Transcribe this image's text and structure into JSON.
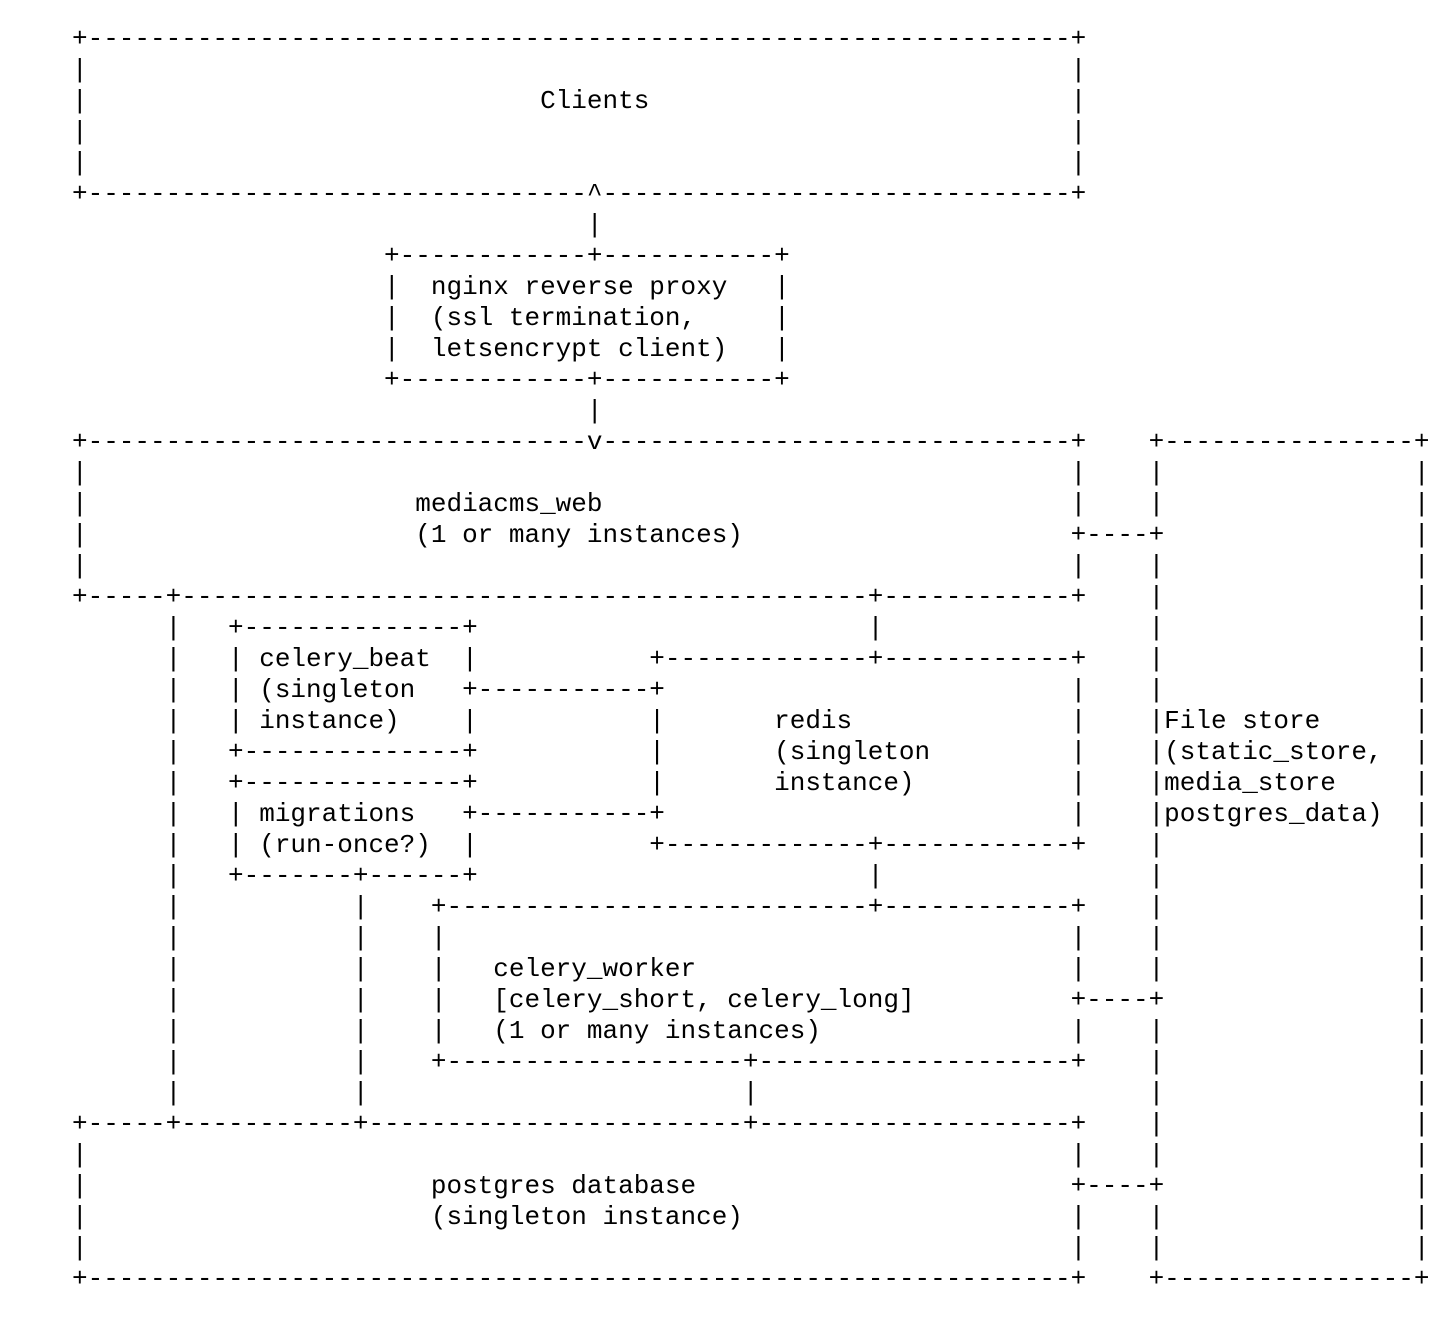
{
  "page": {
    "background": "#ffffff",
    "text_color": "#000000"
  },
  "diagram": {
    "kind": "ascii-architecture-diagram",
    "ascii_lines": [
      "+---------------------------------------------------------------+",
      "|                                                               |",
      "|                             Clients                           |",
      "|                                                               |",
      "|                                                               |",
      "+--------------------------------^------------------------------+",
      "                                 |",
      "                    +------------+-----------+",
      "                    |  nginx reverse proxy   |",
      "                    |  (ssl termination,     |",
      "                    |  letsencrypt client)   |",
      "                    +------------+-----------+",
      "                                 |",
      "+--------------------------------v------------------------------+    +----------------+",
      "|                                                               |    |                |",
      "|                     mediacms_web                              |    |                |",
      "|                     (1 or many instances)                     +----+                |",
      "|                                                               |    |                |",
      "+-----+--------------------------------------------+------------+    |                |",
      "      |   +--------------+                         |                 |                |",
      "      |   | celery_beat  |           +-------------+------------+    |                |",
      "      |   | (singleton   +-----------+                          |    |                |",
      "      |   | instance)    |           |       redis              |    |File store      |",
      "      |   +--------------+           |       (singleton         |    |(static_store,  |",
      "      |   +--------------+           |       instance)          |    |media_store     |",
      "      |   | migrations   +-----------+                          |    |postgres_data)  |",
      "      |   | (run-once?)  |           +-------------+------------+    |                |",
      "      |   +-------+------+                         |                 |                |",
      "      |           |    +---------------------------+------------+    |                |",
      "      |           |    |                                        |    |                |",
      "      |           |    |   celery_worker                        |    |                |",
      "      |           |    |   [celery_short, celery_long]          +----+                |",
      "      |           |    |   (1 or many instances)                |    |                |",
      "      |           |    +-------------------+--------------------+    |                |",
      "      |           |                        |                         |                |",
      "+-----+-----------+------------------------+--------------------+    |                |",
      "|                                                               |    |                |",
      "|                      postgres database                        +----+                |",
      "|                      (singleton instance)                     |    |                |",
      "|                                                               |    |                |",
      "+---------------------------------------------------------------+    +----------------+"
    ],
    "nodes": [
      {
        "id": "clients",
        "lines": [
          "Clients"
        ]
      },
      {
        "id": "nginx-reverse-proxy",
        "lines": [
          "nginx reverse proxy",
          "(ssl termination,",
          "letsencrypt client)"
        ]
      },
      {
        "id": "mediacms-web",
        "lines": [
          "mediacms_web",
          "(1 or many instances)"
        ]
      },
      {
        "id": "celery-beat",
        "lines": [
          "celery_beat",
          "(singleton",
          "instance)"
        ]
      },
      {
        "id": "migrations",
        "lines": [
          "migrations",
          "(run-once?)"
        ]
      },
      {
        "id": "redis",
        "lines": [
          "redis",
          "(singleton",
          "instance)"
        ]
      },
      {
        "id": "celery-worker",
        "lines": [
          "celery_worker",
          "[celery_short, celery_long]",
          "(1 or many instances)"
        ]
      },
      {
        "id": "postgres-database",
        "lines": [
          "postgres database",
          "(singleton instance)"
        ]
      },
      {
        "id": "file-store",
        "lines": [
          "File store",
          "(static_store,",
          "media_store",
          "postgres_data)"
        ]
      }
    ],
    "edges": [
      {
        "from": "nginx-reverse-proxy",
        "to": "clients",
        "arrow": "up"
      },
      {
        "from": "nginx-reverse-proxy",
        "to": "mediacms-web",
        "arrow": "down"
      },
      {
        "from": "mediacms-web",
        "to": "file-store"
      },
      {
        "from": "mediacms-web",
        "to": "redis"
      },
      {
        "from": "mediacms-web",
        "to": "postgres-database"
      },
      {
        "from": "celery-beat",
        "to": "redis"
      },
      {
        "from": "migrations",
        "to": "redis"
      },
      {
        "from": "migrations",
        "to": "postgres-database"
      },
      {
        "from": "redis",
        "to": "celery-worker"
      },
      {
        "from": "celery-worker",
        "to": "file-store"
      },
      {
        "from": "celery-worker",
        "to": "postgres-database"
      },
      {
        "from": "postgres-database",
        "to": "file-store"
      }
    ]
  }
}
